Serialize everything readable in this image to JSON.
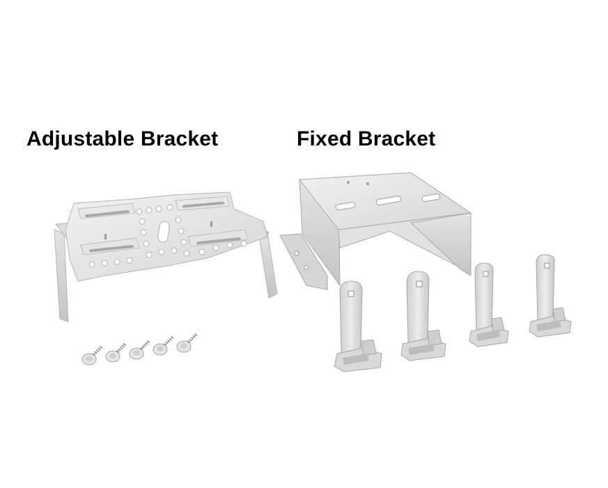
{
  "labels": {
    "adjustable": "Adjustable Bracket",
    "fixed": "Fixed Bracket"
  },
  "colors": {
    "background": "#ffffff",
    "metal_light": "#eeeeee",
    "metal_mid": "#dadada",
    "metal_dark": "#b9b9b9",
    "edge": "#a9a9a9",
    "hole": "#ffffff"
  },
  "items": {
    "adjustable_bracket_count": 1,
    "screw_count": 5,
    "fixed_bracket_count": 1,
    "clip_count": 4
  }
}
